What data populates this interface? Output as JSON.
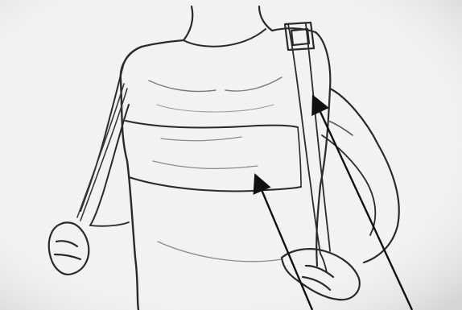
{
  "image": {
    "kind": "sketch-filter photograph",
    "palette": {
      "paper": "#f4f4f4",
      "ink": "#2a2a2a",
      "soft_ink": "#6f6f6f"
    }
  },
  "annotations": {
    "arrow_count": 2,
    "arrow_color": "#111111",
    "targets": [
      "chest-wrap-band",
      "shoulder-strap"
    ]
  }
}
